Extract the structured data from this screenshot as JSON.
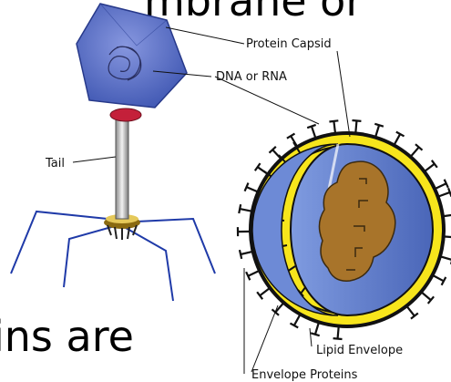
{
  "banner": {
    "top_fragment": "mbrane or",
    "bottom_fragment": "ins are"
  },
  "bacteriophage": {
    "labels": {
      "capsid": "Protein Capsid",
      "nucleic_acid": "DNA or RNA",
      "tail": "Tail"
    }
  },
  "enveloped_virus": {
    "labels": {
      "lipid_envelope": "Lipid Envelope",
      "envelope_proteins": "Envelope Proteins"
    }
  },
  "colors": {
    "capsid": "#5a6fc4",
    "collar": "#c4203a",
    "envelope": "#f7e51c",
    "core": "#5f7fc9",
    "genome": "#a8742a",
    "legs": "#1f3aa8"
  }
}
